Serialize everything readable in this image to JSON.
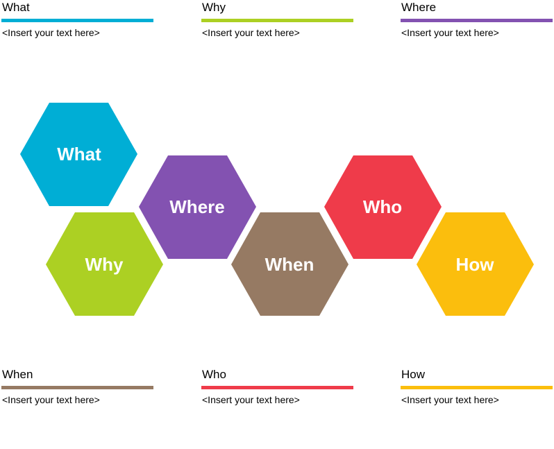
{
  "colors": {
    "what": "#00aed5",
    "why": "#acd023",
    "where": "#8352b1",
    "when": "#967a63",
    "who": "#ef3b4a",
    "how": "#fbbe0d"
  },
  "blocks": [
    {
      "key": "what",
      "title": "What",
      "text": "<Insert your text here>"
    },
    {
      "key": "why",
      "title": "Why",
      "text": "<Insert your text here>"
    },
    {
      "key": "where",
      "title": "Where",
      "text": "<Insert your text here>"
    },
    {
      "key": "when",
      "title": "When",
      "text": "<Insert your text here>"
    },
    {
      "key": "who",
      "title": "Who",
      "text": "<Insert your text here>"
    },
    {
      "key": "how",
      "title": "How",
      "text": "<Insert your text here>"
    }
  ],
  "hexagons": [
    {
      "key": "what",
      "label": "What"
    },
    {
      "key": "why",
      "label": "Why"
    },
    {
      "key": "where",
      "label": "Where"
    },
    {
      "key": "when",
      "label": "When"
    },
    {
      "key": "who",
      "label": "Who"
    },
    {
      "key": "how",
      "label": "How"
    }
  ]
}
